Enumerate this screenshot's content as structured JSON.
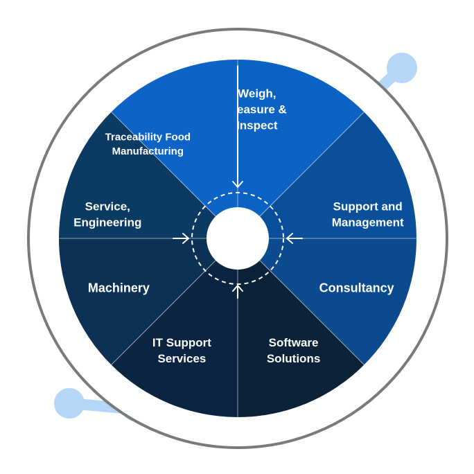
{
  "segments": [
    {
      "lines": [
        "Weigh,",
        "Measure &",
        "Inspect"
      ],
      "color": "#0a62c2"
    },
    {
      "lines": [
        "Support and",
        "Management"
      ],
      "color": "#0a4f9a"
    },
    {
      "lines": [
        "Consultancy"
      ],
      "color": "#0b4a8c"
    },
    {
      "lines": [
        "Software",
        "Solutions"
      ],
      "color": "#0b2239"
    },
    {
      "lines": [
        "IT Support",
        "Services"
      ],
      "color": "#0b2441"
    },
    {
      "lines": [
        "Machinery"
      ],
      "color": "#0c3154"
    },
    {
      "lines": [
        "Service,",
        "Engineering"
      ],
      "color": "#0b3a63"
    },
    {
      "lines": [
        "Traceability Food",
        "Manufacturing"
      ],
      "color": "#0d63c6"
    }
  ],
  "colors": {
    "outer_ring": "#7a7a7a",
    "dashed_ring": "#ffffff",
    "decoration": "#b5d6f7",
    "center": "#ffffff"
  }
}
